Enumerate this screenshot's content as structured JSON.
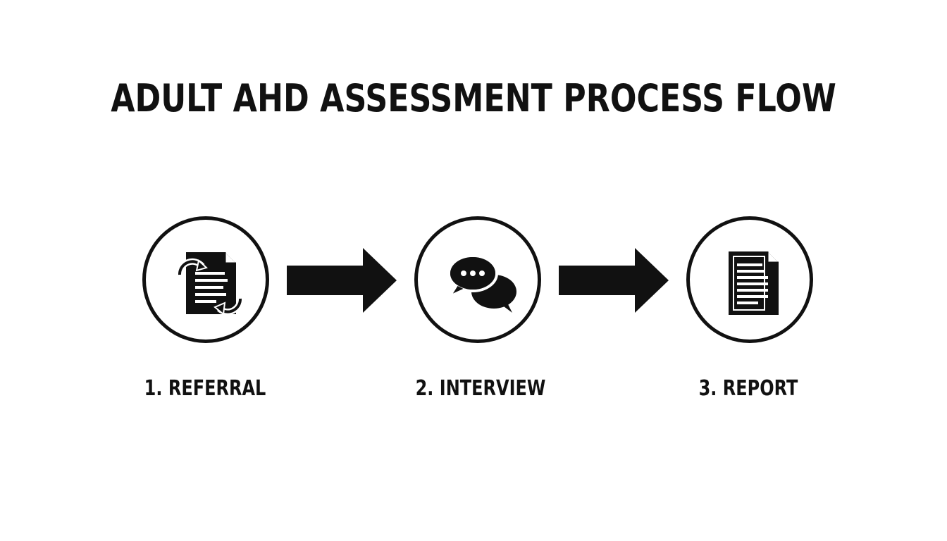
{
  "title": "ADULT AHD ASSESSMENT PROCESS FLOW",
  "steps": [
    {
      "label": "1. REFERRAL",
      "icon": "referral-document-icon"
    },
    {
      "label": "2. INTERVIEW",
      "icon": "chat-bubbles-icon"
    },
    {
      "label": "3. REPORT",
      "icon": "report-document-icon"
    }
  ],
  "colors": {
    "foreground": "#111111",
    "background": "#ffffff"
  }
}
